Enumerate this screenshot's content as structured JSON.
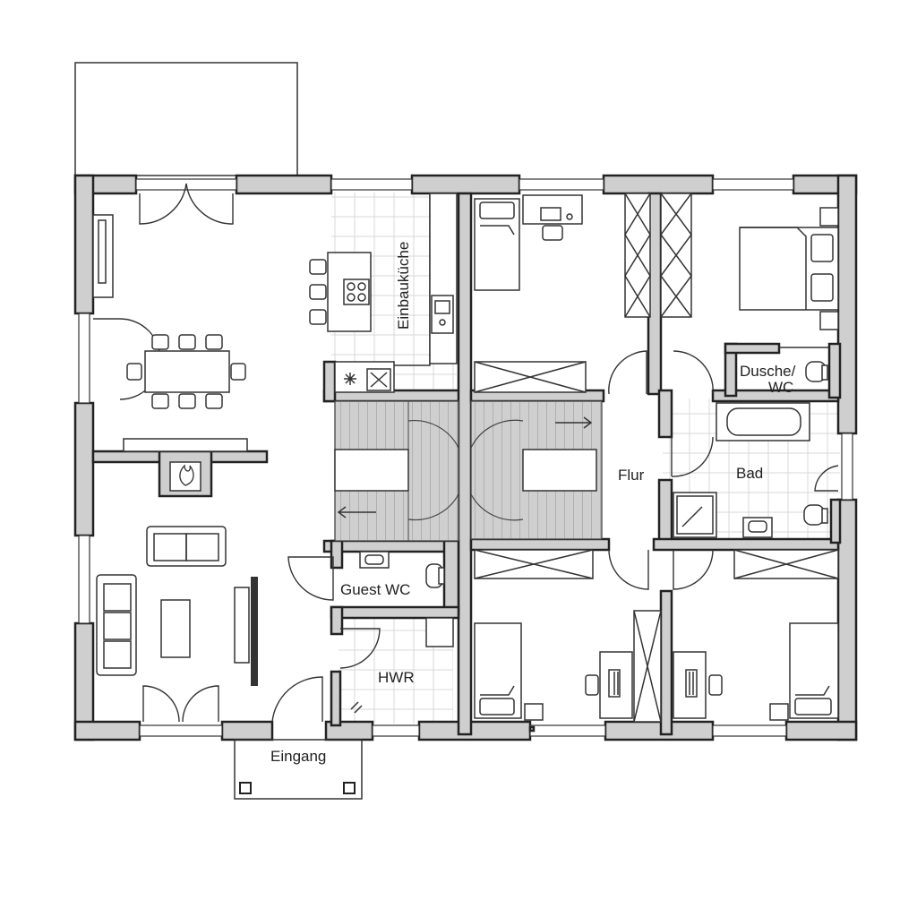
{
  "rooms": {
    "kitchen": "Einbauküche",
    "shower": "Dusche/",
    "shower_line2": "WC",
    "hall": "Flur",
    "bath": "Bad",
    "guest_wc": "Guest WC",
    "utility": "HWR",
    "entrance": "Eingang"
  },
  "icons": [
    "fireplace-icon",
    "sink-icon",
    "toilet-icon",
    "bathtub-icon",
    "stove-icon",
    "bed-icon",
    "desk-icon"
  ]
}
